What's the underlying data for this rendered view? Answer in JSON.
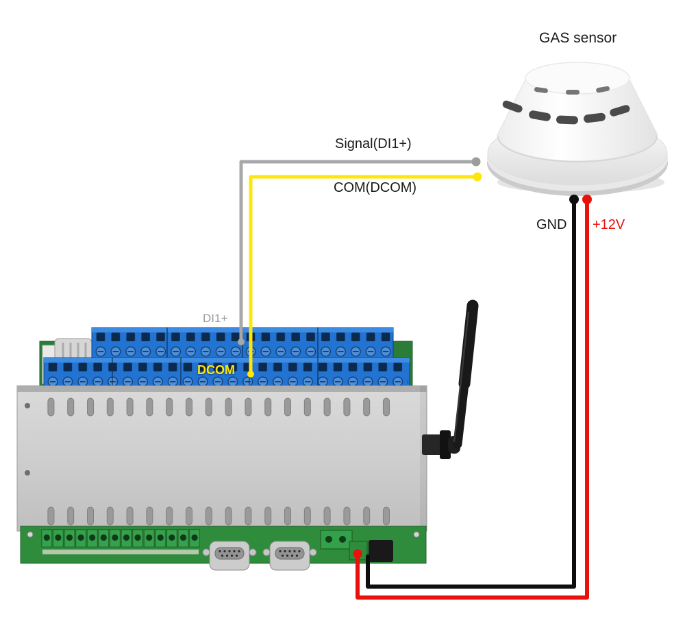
{
  "diagram": {
    "labels": {
      "sensor": "GAS sensor",
      "signal": "Signal(DI1+)",
      "com": "COM(DCOM)",
      "gnd": "GND",
      "v12": "+12V",
      "di1_terminal": "DI1+",
      "dcom_terminal": "DCOM"
    },
    "colors": {
      "signal_wire": "#a8a8a8",
      "com_wire": "#ffe60a",
      "gnd_wire": "#0e0e0e",
      "v12_wire": "#e8120c",
      "di1_label": "#9b9b9b",
      "dcom_label": "#ffe60a",
      "v12_label": "#e8120c",
      "label_text": "#1a1a1a"
    }
  }
}
